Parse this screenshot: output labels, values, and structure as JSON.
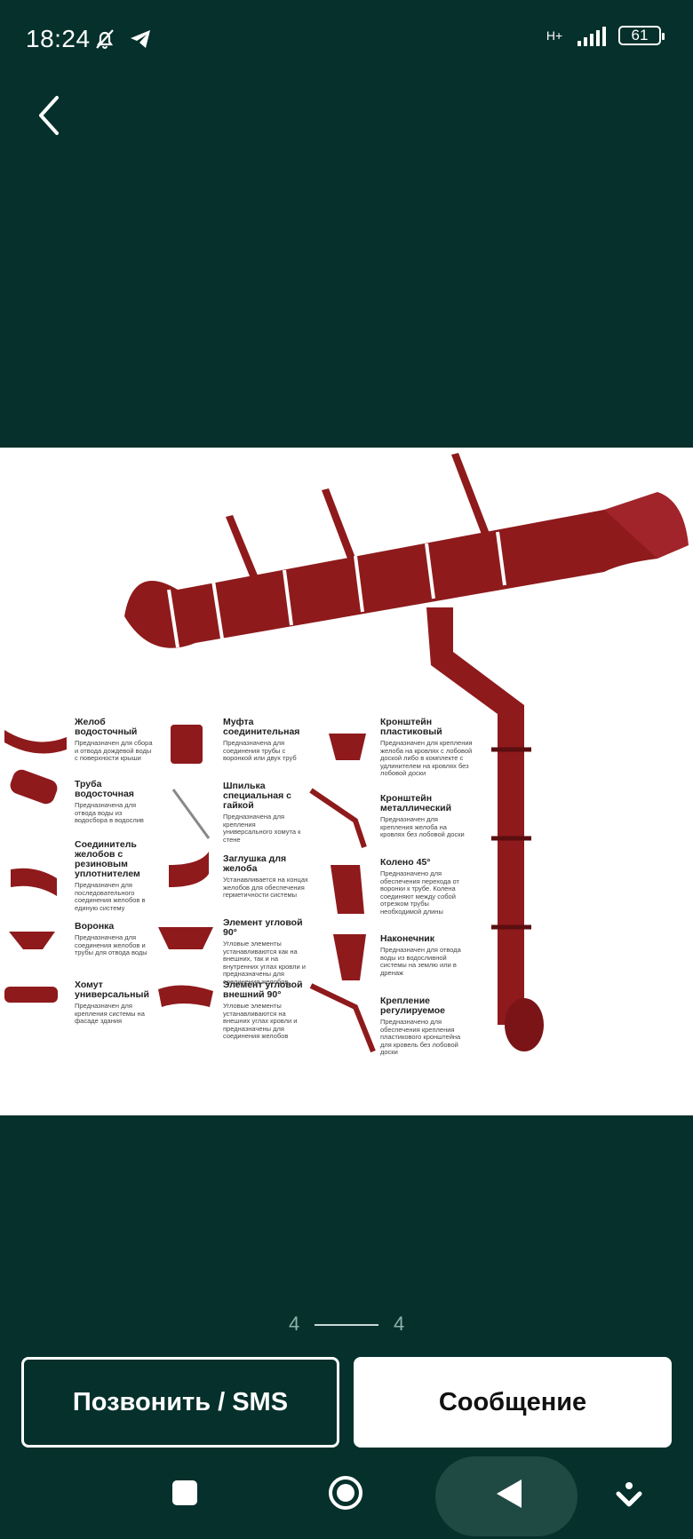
{
  "status_bar": {
    "time": "18:24",
    "network": "H+",
    "battery": "61"
  },
  "gallery": {
    "parts": [
      {
        "title": "Желоб водосточный",
        "desc": "Предназначен для сбора и отвода дождевой воды с поверхности крыши"
      },
      {
        "title": "Труба водосточная",
        "desc": "Предназначена для отвода воды из водосбора в водослив"
      },
      {
        "title": "Соединитель желобов с резиновым уплотнителем",
        "desc": "Предназначен для последовательного соединения желобов в единую систему"
      },
      {
        "title": "Воронка",
        "desc": "Предназначена для соединения желобов и трубы для отвода воды"
      },
      {
        "title": "Хомут универсальный",
        "desc": "Предназначен для крепления системы на фасаде здания"
      },
      {
        "title": "Муфта соединительная",
        "desc": "Предназначена для соединения трубы с воронкой или двух труб"
      },
      {
        "title": "Шпилька специальная с гайкой",
        "desc": "Предназначена для крепления универсального хомута к стене"
      },
      {
        "title": "Заглушка для желоба",
        "desc": "Устанавливается на концах желобов для обеспечения герметичности системы"
      },
      {
        "title": "Элемент угловой 90°",
        "desc": "Угловые элементы устанавливаются как на внешних, так и на внутренних углах кровли и предназначены для соединения желобов"
      },
      {
        "title": "Элемент угловой внешний 90°",
        "desc": "Угловые элементы устанавливаются на внешних углах кровли и предназначены для соединения желобов"
      },
      {
        "title": "Кронштейн пластиковый",
        "desc": "Предназначен для крепления желоба на кровлях с лобовой доской либо в комплекте с удлинителем на кровлях без лобовой доски"
      },
      {
        "title": "Кронштейн металлический",
        "desc": "Предназначен для крепления желоба на кровлях без лобовой доски"
      },
      {
        "title": "Колено 45°",
        "desc": "Предназначено для обеспечения перехода от воронки к трубе. Колена соединяют между собой отрезком трубы необходимой длины"
      },
      {
        "title": "Наконечник",
        "desc": "Предназначен для отвода воды из водосливной системы на землю или в дренаж"
      },
      {
        "title": "Крепление регулируемое",
        "desc": "Предназначено для обеспечения крепления пластикового кронштейна для кровель без лобовой доски"
      }
    ]
  },
  "pager": {
    "left": "4",
    "right": "4"
  },
  "actions": {
    "call_label": "Позвонить / SMS",
    "message_label": "Сообщение"
  },
  "colors": {
    "background": "#05302b",
    "product": "#8e1a1c"
  }
}
